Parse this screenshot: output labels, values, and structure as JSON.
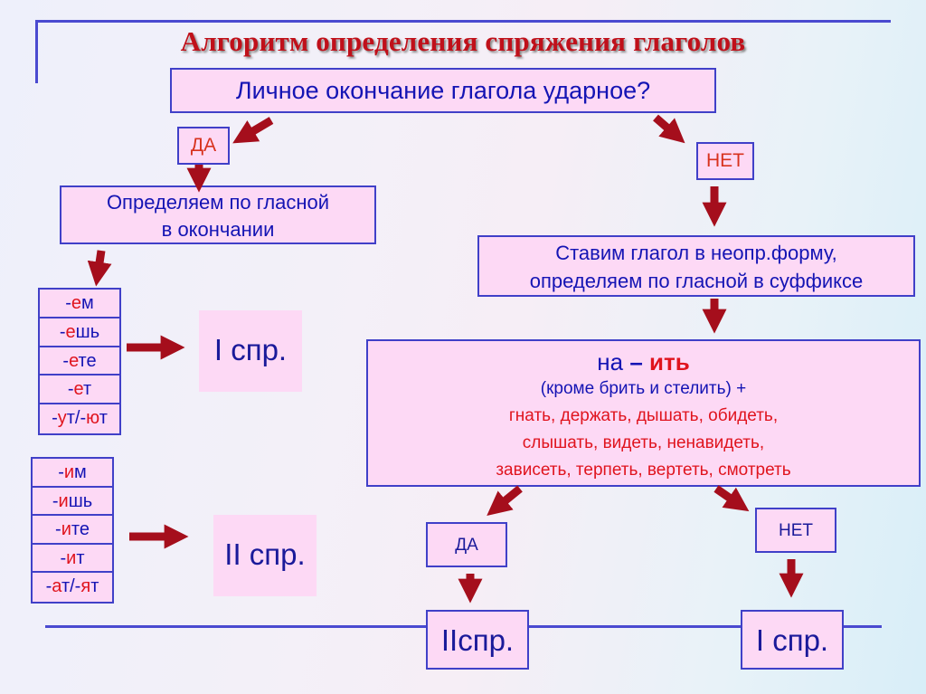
{
  "title": "Алгоритм определения спряжения глаголов",
  "question": "Личное окончание глагола ударное?",
  "left_branch": {
    "answer": "ДА",
    "instruction_line1": "Определяем по гласной",
    "instruction_line2": "в окончании",
    "first_conj_endings": [
      {
        "parts": [
          {
            "t": "-",
            "c": "b"
          },
          {
            "t": "е",
            "c": "r"
          },
          {
            "t": "м",
            "c": "b"
          }
        ]
      },
      {
        "parts": [
          {
            "t": "-",
            "c": "b"
          },
          {
            "t": "е",
            "c": "r"
          },
          {
            "t": "шь",
            "c": "b"
          }
        ]
      },
      {
        "parts": [
          {
            "t": "-",
            "c": "b"
          },
          {
            "t": "е",
            "c": "r"
          },
          {
            "t": "те",
            "c": "b"
          }
        ]
      },
      {
        "parts": [
          {
            "t": "-",
            "c": "b"
          },
          {
            "t": "е",
            "c": "r"
          },
          {
            "t": "т",
            "c": "b"
          }
        ]
      },
      {
        "parts": [
          {
            "t": "-",
            "c": "b"
          },
          {
            "t": "у",
            "c": "r"
          },
          {
            "t": "т/-",
            "c": "b"
          },
          {
            "t": "ю",
            "c": "r"
          },
          {
            "t": "т",
            "c": "b"
          }
        ]
      }
    ],
    "first_conj_label": "I спр.",
    "second_conj_endings": [
      {
        "parts": [
          {
            "t": "-",
            "c": "b"
          },
          {
            "t": "и",
            "c": "r"
          },
          {
            "t": "м",
            "c": "b"
          }
        ]
      },
      {
        "parts": [
          {
            "t": "-",
            "c": "b"
          },
          {
            "t": "и",
            "c": "r"
          },
          {
            "t": "шь",
            "c": "b"
          }
        ]
      },
      {
        "parts": [
          {
            "t": "-",
            "c": "b"
          },
          {
            "t": "и",
            "c": "r"
          },
          {
            "t": "те",
            "c": "b"
          }
        ]
      },
      {
        "parts": [
          {
            "t": "-",
            "c": "b"
          },
          {
            "t": "и",
            "c": "r"
          },
          {
            "t": "т",
            "c": "b"
          }
        ]
      },
      {
        "parts": [
          {
            "t": "-",
            "c": "b"
          },
          {
            "t": "а",
            "c": "r"
          },
          {
            "t": "т/-",
            "c": "b"
          },
          {
            "t": "я",
            "c": "r"
          },
          {
            "t": "т",
            "c": "b"
          }
        ]
      }
    ],
    "second_conj_label": "II спр."
  },
  "right_branch": {
    "answer": "НЕТ",
    "instruction_line1": "Ставим глагол в неопр.форму,",
    "instruction_line2": "определяем по гласной в суффиксе",
    "rule": {
      "prefix": "на",
      "dash": "–",
      "suffix": "ить",
      "exception": "(кроме брить и стелить) +",
      "extra_line1": "гнать, держать, дышать, обидеть,",
      "extra_line2": "слышать, видеть, ненавидеть,",
      "extra_line3": "зависеть, терпеть, вертеть, смотреть"
    },
    "yes_label": "ДА",
    "no_label": "НЕТ",
    "yes_result": "IIспр.",
    "no_result": "I спр."
  },
  "colors": {
    "arrow": "#a50e1c",
    "box_fill": "#fdd9f5",
    "box_border": "#4040c8",
    "text_blue": "#1414b4",
    "text_red": "#e0141e",
    "title_red": "#c0101a"
  }
}
